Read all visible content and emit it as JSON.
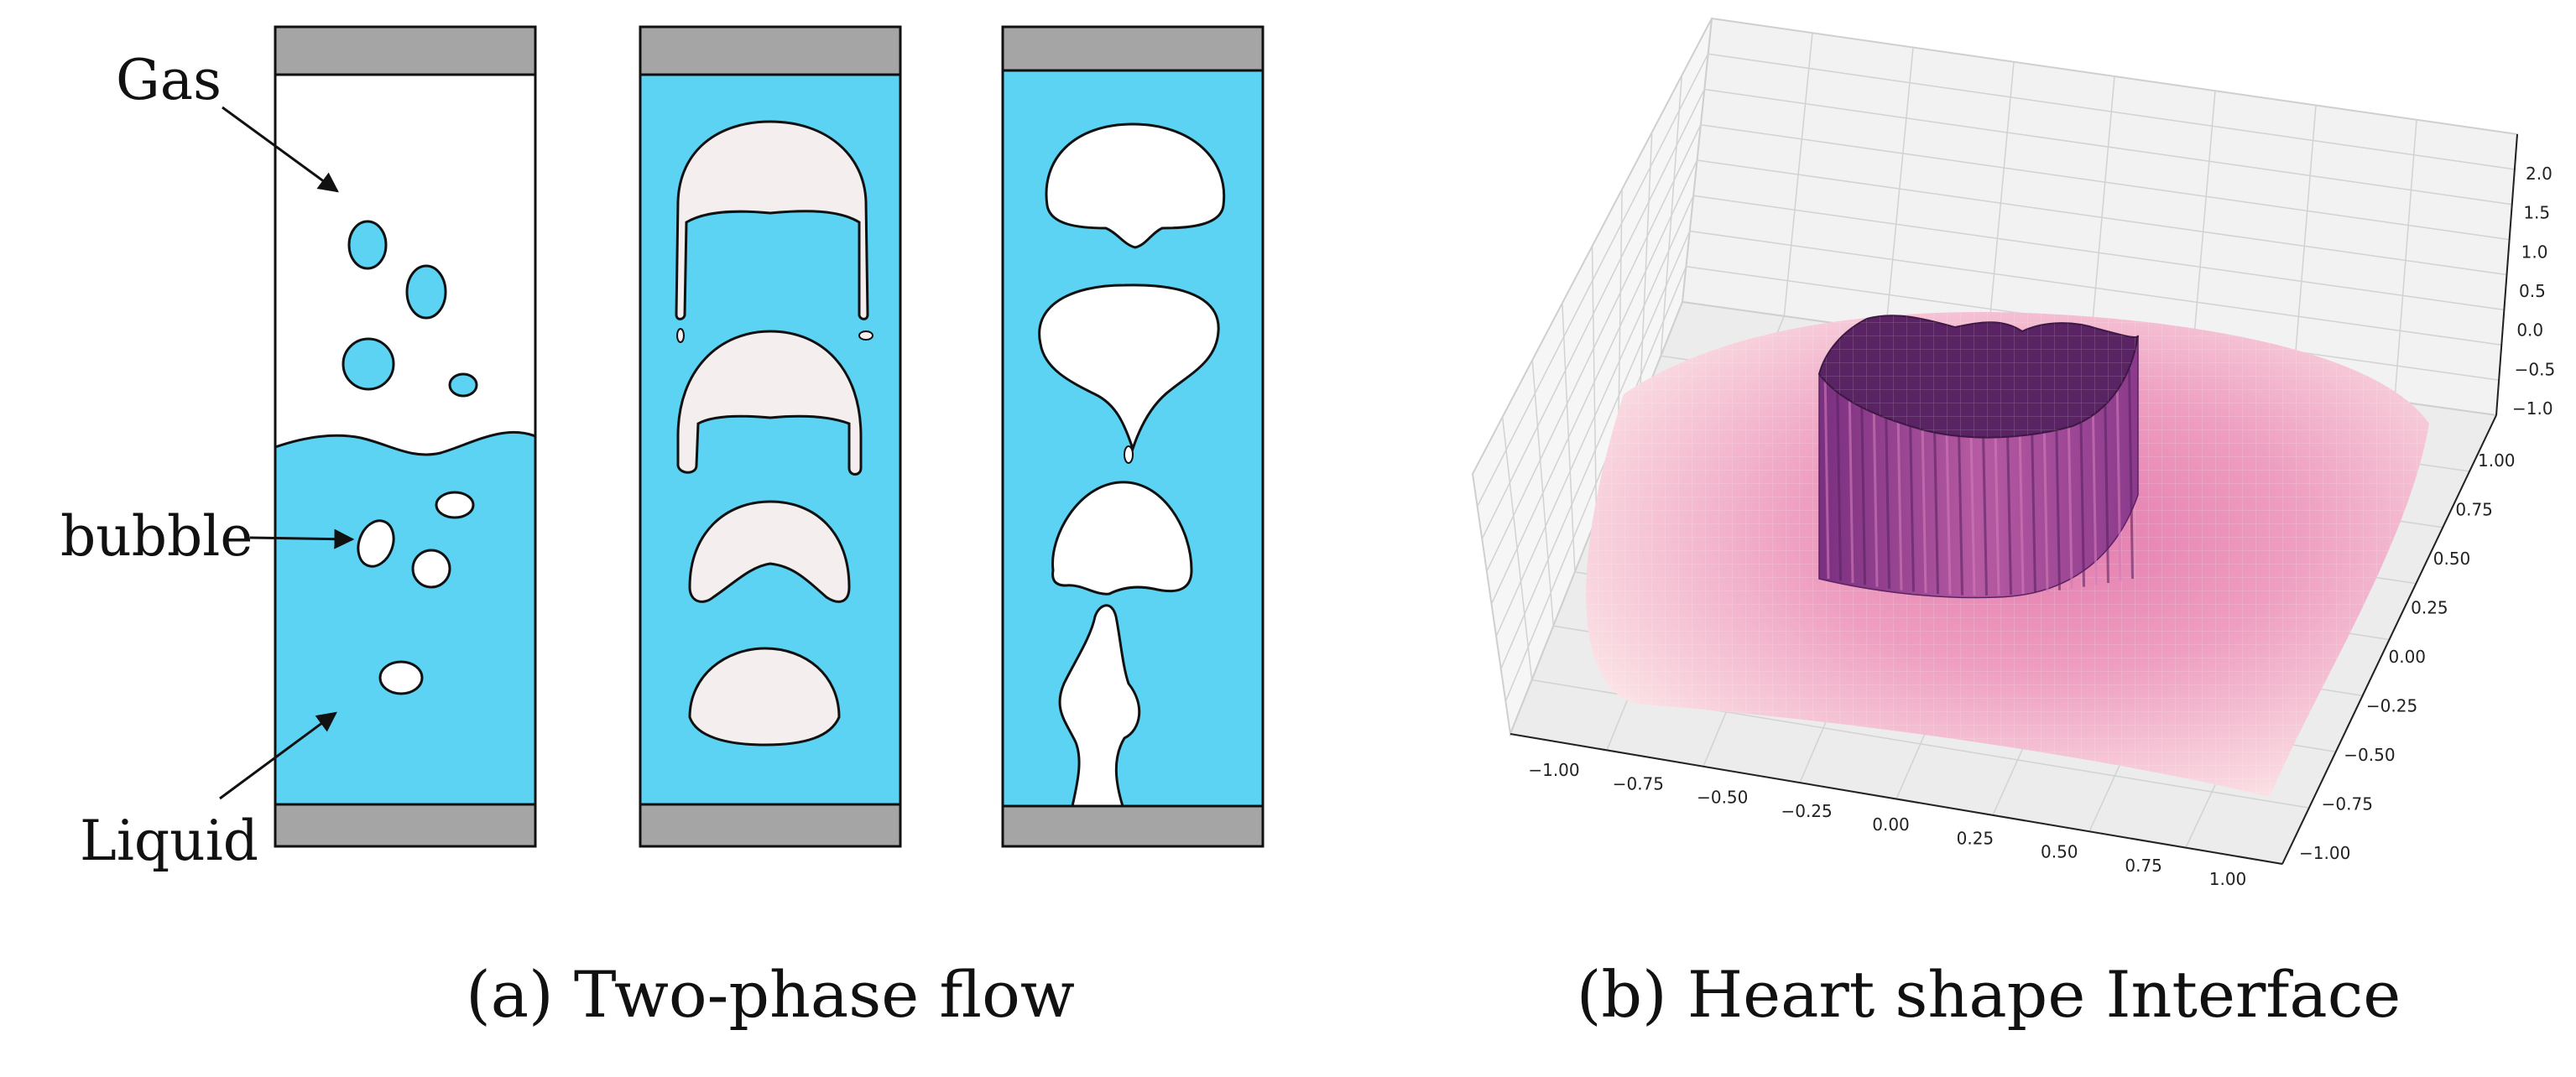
{
  "panel_a": {
    "caption": "(a) Two-phase flow",
    "labels": {
      "gas": "Gas",
      "bubble": "bubble",
      "liquid": "Liquid"
    }
  },
  "panel_b": {
    "caption": "(b) Heart shape Interface",
    "z_ticks": [
      "2.0",
      "1.5",
      "1.0",
      "0.5",
      "0.0",
      "−0.5",
      "−1.0"
    ],
    "y_ticks": [
      "1.00",
      "0.75",
      "0.50",
      "0.25",
      "0.00",
      "−0.25",
      "−0.50",
      "−0.75",
      "−1.00"
    ],
    "x_ticks": [
      "−1.00",
      "−0.75",
      "−0.50",
      "−0.25",
      "0.00",
      "0.25",
      "0.50",
      "0.75",
      "1.00"
    ]
  },
  "colors": {
    "liquid": "#5dd3f3",
    "bubble": "#f4eeee",
    "wall": "#a5a5a5",
    "surface_light": "#fbe4e6",
    "surface_mid": "#ee9ec0",
    "heart_dark": "#5a2363",
    "heart_side": "#b05199"
  }
}
